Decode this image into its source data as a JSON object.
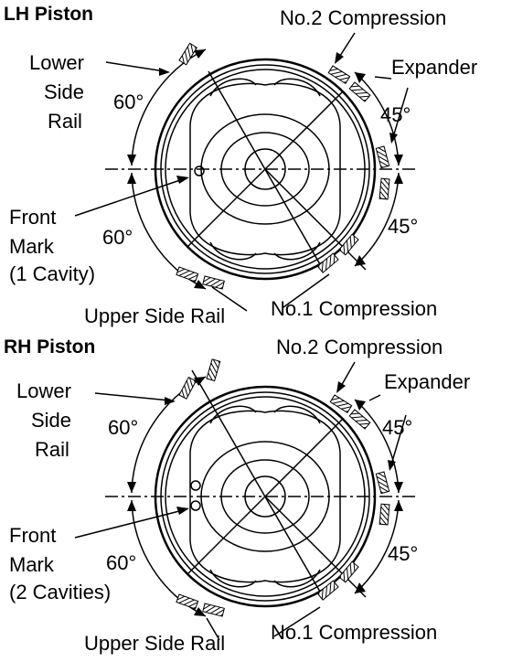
{
  "lh": {
    "title": "LH Piston",
    "no2": "No.2 Compression",
    "lower": [
      "Lower",
      "Side",
      "Rail"
    ],
    "expander": "Expander",
    "angle_top_left": "60°",
    "angle_bottom_left": "60°",
    "angle_top_right": "45°",
    "angle_bottom_right": "45°",
    "front": [
      "Front",
      "Mark",
      "(1 Cavity)"
    ],
    "upper": "Upper Side Rail",
    "no1": "No.1 Compression"
  },
  "rh": {
    "title": "RH Piston",
    "no2": "No.2 Compression",
    "lower": [
      "Lower",
      "Side",
      "Rail"
    ],
    "expander": "Expander",
    "angle_top_left": "60°",
    "angle_bottom_left": "60°",
    "angle_top_right": "45°",
    "angle_bottom_right": "45°",
    "front": [
      "Front",
      "Mark",
      "(2 Cavities)"
    ],
    "upper": "Upper Side Rail",
    "no1": "No.1 Compression"
  }
}
